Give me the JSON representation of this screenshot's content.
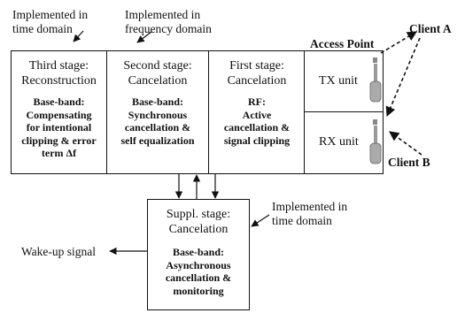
{
  "top_labels": {
    "left": [
      "Implemented in",
      "time domain"
    ],
    "middle": [
      "Implemented in",
      "frequency domain"
    ]
  },
  "stages": [
    {
      "title": [
        "Third stage:",
        "Reconstruction"
      ],
      "desc": [
        "Base-band:",
        "Compensating",
        "for intentional",
        "clipping & error",
        "term Δf"
      ]
    },
    {
      "title": [
        "Second stage:",
        "Cancelation"
      ],
      "desc": [
        "Base-band:",
        "Synchronous",
        "cancellation &",
        "self equalization"
      ]
    },
    {
      "title": [
        "First stage:",
        "Cancelation"
      ],
      "desc": [
        "RF:",
        "Active",
        "cancellation &",
        "signal clipping"
      ]
    }
  ],
  "access_point": {
    "label": "Access Point",
    "tx_unit": "TX unit",
    "rx_unit": "RX unit"
  },
  "clients": {
    "a": "Client A",
    "b": "Client B"
  },
  "suppl": {
    "title": [
      "Suppl. stage:",
      "Cancelation"
    ],
    "desc": [
      "Base-band:",
      "Asynchronous",
      "cancellation &",
      "monitoring"
    ]
  },
  "bottom_label": [
    "Implemented in",
    "time domain"
  ],
  "wakeup": "Wake-up signal"
}
